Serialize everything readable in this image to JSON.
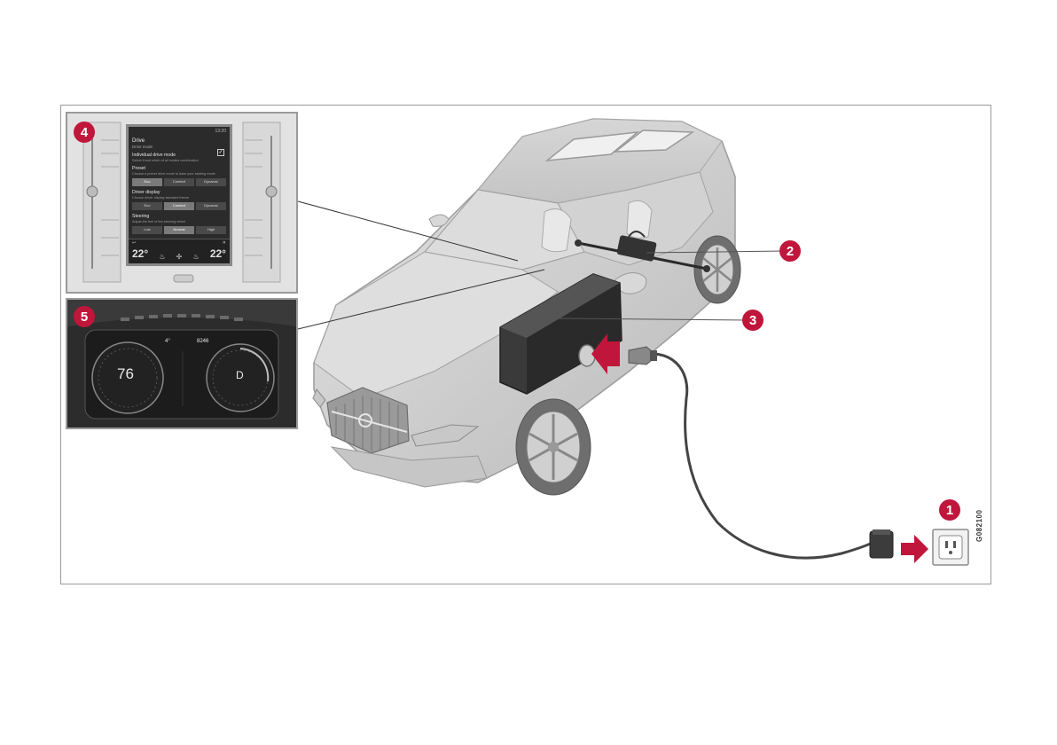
{
  "diagram": {
    "callouts": [
      {
        "number": "1",
        "target": "wall-outlet"
      },
      {
        "number": "2",
        "target": "steering-servo"
      },
      {
        "number": "3",
        "target": "battery-pack"
      },
      {
        "number": "4",
        "target": "center-display"
      },
      {
        "number": "5",
        "target": "driver-display"
      }
    ],
    "image_code": "G082100"
  },
  "center_display": {
    "title": "Drive",
    "subtitle": "Drive mode",
    "individual_label": "Individual drive mode",
    "individual_desc": "Select if and which of all modes combination",
    "preset_label": "Preset",
    "preset_desc": "Choose a preset drive mode to base your starting mode",
    "preset_options": [
      "Eco",
      "Comfort",
      "Dynamic"
    ],
    "driver_display_label": "Driver display",
    "driver_display_desc": "Choose driver display standard theme",
    "driver_display_options": [
      "Eco",
      "Comfort",
      "Dynamic"
    ],
    "steering_label": "Steering",
    "steering_desc": "Adjust the feel of the steering wheel",
    "steering_options": [
      "Low",
      "Normal",
      "High"
    ],
    "check": "✓",
    "status_time": "13:20",
    "back_label": "↩",
    "close_label": "✕",
    "temp_left": "22°",
    "temp_right": "22°"
  },
  "driver_display": {
    "speed": "76",
    "odometer": "8246",
    "gear": "D",
    "outside_temp": "4°"
  },
  "colors": {
    "callout": "#c1163b",
    "arrow": "#c1163b",
    "frame": "#9a9a9a"
  }
}
